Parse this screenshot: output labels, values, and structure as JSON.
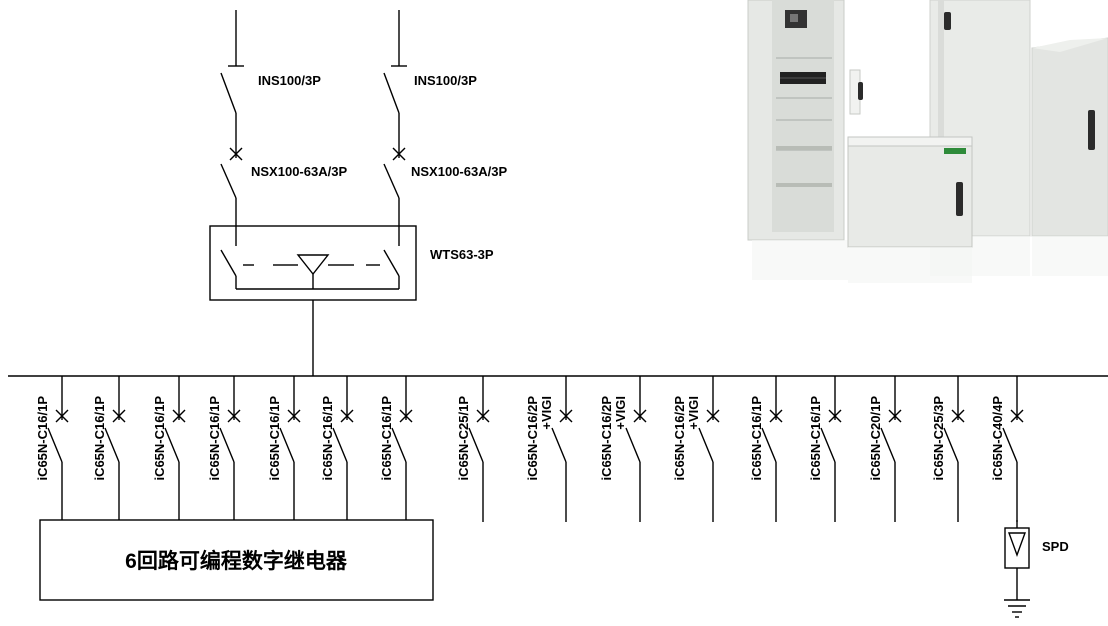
{
  "incomers": [
    {
      "switch_label": "INS100/3P",
      "breaker_label": "NSX100-63A/3P"
    },
    {
      "switch_label": "INS100/3P",
      "breaker_label": "NSX100-63A/3P"
    }
  ],
  "transfer_switch": {
    "label": "WTS63-3P"
  },
  "feeders": [
    {
      "label": [
        "iC65N-C16/1P"
      ],
      "to_relay": true
    },
    {
      "label": [
        "iC65N-C16/1P"
      ],
      "to_relay": true
    },
    {
      "label": [
        "iC65N-C16/1P"
      ],
      "to_relay": true
    },
    {
      "label": [
        "iC65N-C16/1P"
      ],
      "to_relay": true
    },
    {
      "label": [
        "iC65N-C16/1P"
      ],
      "to_relay": true
    },
    {
      "label": [
        "iC65N-C16/1P"
      ],
      "to_relay": true
    },
    {
      "label": [
        "iC65N-C16/1P"
      ],
      "to_relay": true
    },
    {
      "label": [
        "iC65N-C25/1P"
      ],
      "to_relay": false
    },
    {
      "label": [
        "iC65N-C16/2P",
        "+VIGI"
      ],
      "to_relay": false
    },
    {
      "label": [
        "iC65N-C16/2P",
        "+VIGI"
      ],
      "to_relay": false
    },
    {
      "label": [
        "iC65N-C16/2P",
        "+VIGI"
      ],
      "to_relay": false
    },
    {
      "label": [
        "iC65N-C16/1P"
      ],
      "to_relay": false
    },
    {
      "label": [
        "iC65N-C16/1P"
      ],
      "to_relay": false
    },
    {
      "label": [
        "iC65N-C20/1P"
      ],
      "to_relay": false
    },
    {
      "label": [
        "iC65N-C25/3P"
      ],
      "to_relay": false
    },
    {
      "label": [
        "iC65N-C40/4P"
      ],
      "to_relay": false,
      "device": "spd"
    }
  ],
  "relay": {
    "label": "6回路可编程数字继电器"
  },
  "spd": {
    "label": "SPD"
  },
  "product_photo": {
    "description": "enclosure-cabinets-photo"
  },
  "colors": {
    "line": "#000000",
    "cabinet": "#e4e6e3",
    "cabinet_shadow": "#c9ccc8",
    "accent": "#2e8b3a"
  }
}
